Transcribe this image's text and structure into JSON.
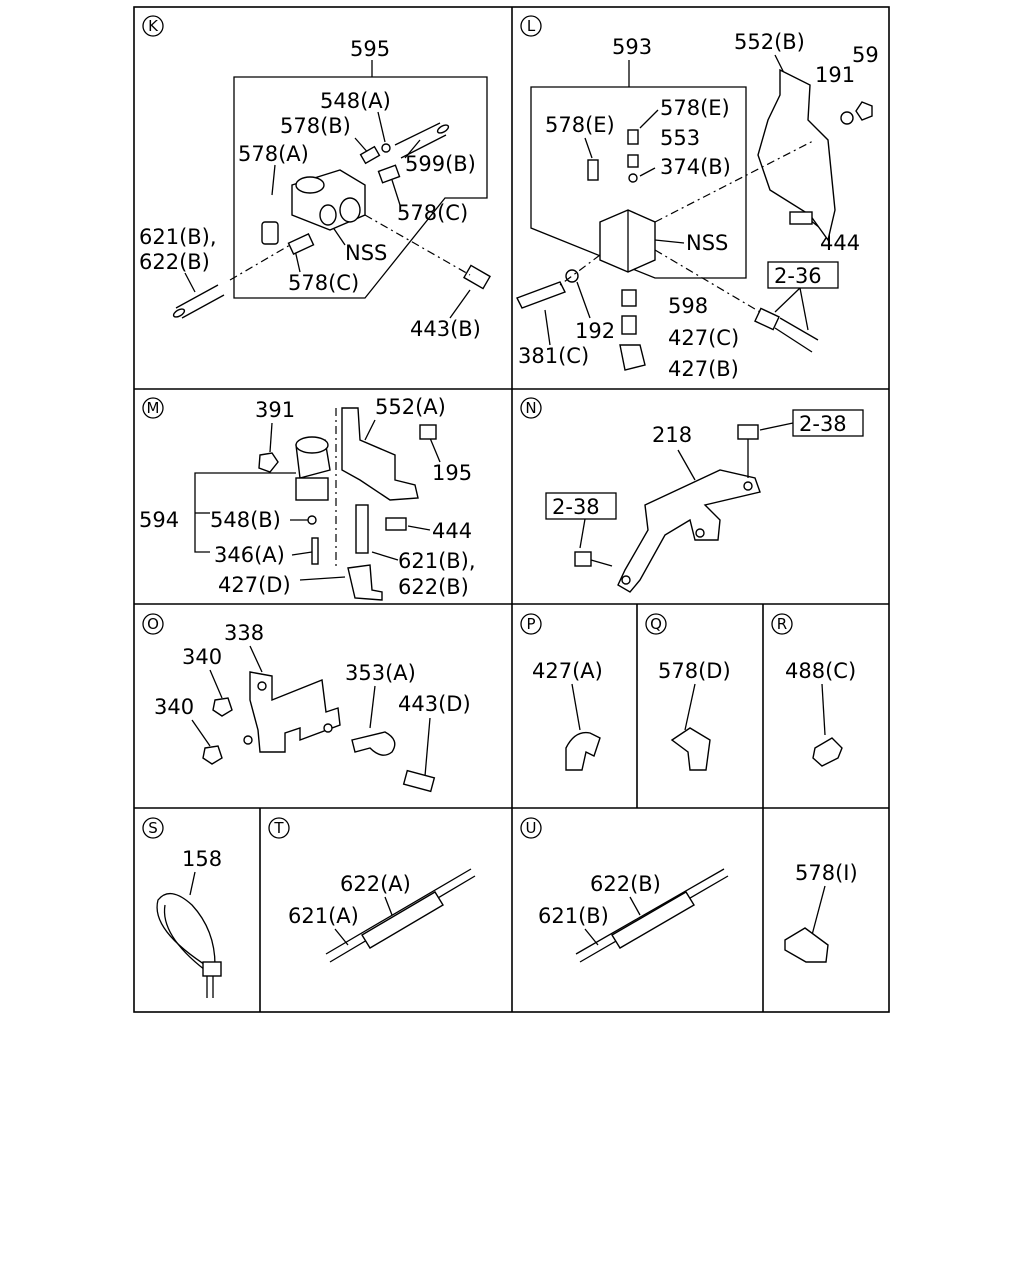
{
  "sections": {
    "K": {
      "badge": "K",
      "labels": {
        "l595": "595",
        "l548a": "548(A)",
        "l578b": "578(B)",
        "l578a": "578(A)",
        "l599b": "599(B)",
        "l578c1": "578(C)",
        "l621b": "621(B),",
        "l622b": "622(B)",
        "nss": "NSS",
        "l578c2": "578(C)",
        "l443b": "443(B)"
      }
    },
    "L": {
      "badge": "L",
      "labels": {
        "l593": "593",
        "l552b": "552(B)",
        "l59": "59",
        "l191": "191",
        "l578e1": "578(E)",
        "l578e2": "578(E)",
        "l553": "553",
        "l374b": "374(B)",
        "nss": "NSS",
        "l444": "444",
        "ref236": "2-36",
        "l598": "598",
        "l192": "192",
        "l427c": "427(C)",
        "l381c": "381(C)",
        "l427b": "427(B)"
      }
    },
    "M": {
      "badge": "M",
      "labels": {
        "l391": "391",
        "l552a": "552(A)",
        "l195": "195",
        "l594": "594",
        "l548b": "548(B)",
        "l444": "444",
        "l346a": "346(A)",
        "l621b": "621(B),",
        "l427d": "427(D)",
        "l622b": "622(B)"
      }
    },
    "N": {
      "badge": "N",
      "labels": {
        "l218": "218",
        "ref238a": "2-38",
        "ref238b": "2-38"
      }
    },
    "O": {
      "badge": "O",
      "labels": {
        "l338": "338",
        "l340a": "340",
        "l340b": "340",
        "l353a": "353(A)",
        "l443d": "443(D)"
      }
    },
    "P": {
      "badge": "P",
      "labels": {
        "l427a": "427(A)"
      }
    },
    "Q": {
      "badge": "Q",
      "labels": {
        "l578d": "578(D)"
      }
    },
    "R": {
      "badge": "R",
      "labels": {
        "l488c": "488(C)"
      }
    },
    "S": {
      "badge": "S",
      "labels": {
        "l158": "158"
      }
    },
    "T": {
      "badge": "T",
      "labels": {
        "l622a": "622(A)",
        "l621a": "621(A)"
      }
    },
    "U": {
      "badge": "U",
      "labels": {
        "l622b": "622(B)",
        "l621b": "621(B)"
      }
    },
    "V": {
      "labels": {
        "l578i": "578(I)"
      }
    }
  }
}
